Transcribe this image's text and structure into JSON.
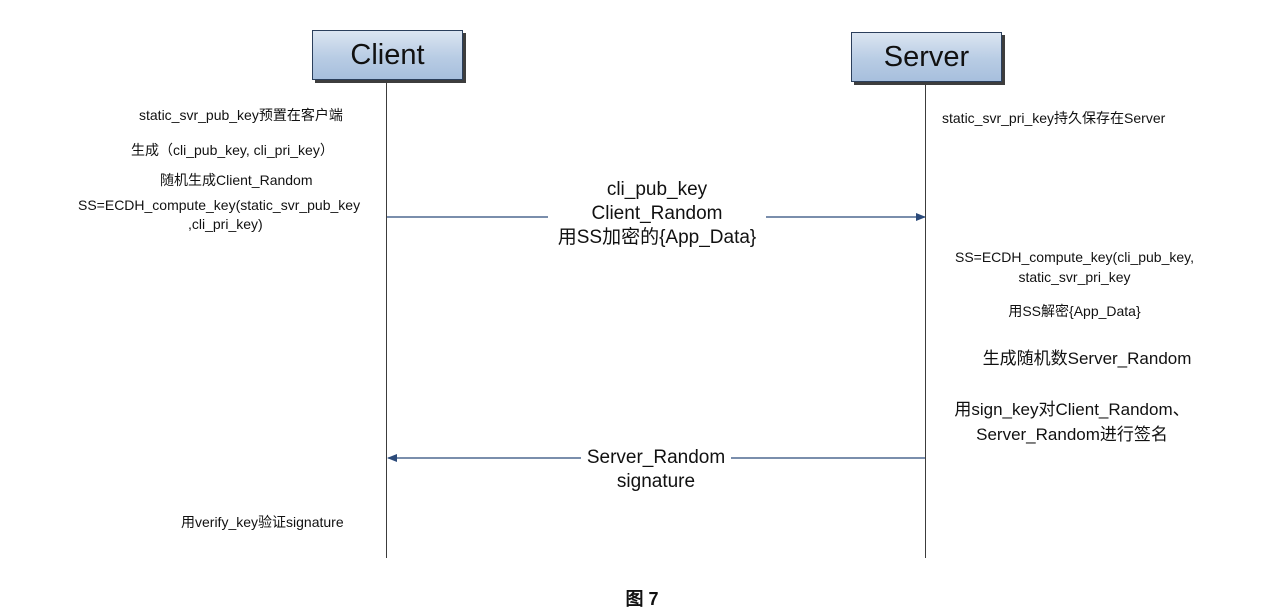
{
  "actors": {
    "client": "Client",
    "server": "Server"
  },
  "client_notes": {
    "preset_key": "static_svr_pub_key预置在客户端",
    "gen_keypair": "生成（cli_pub_key, cli_pri_key）",
    "gen_random": "随机生成Client_Random",
    "compute_ss_line1": "SS=ECDH_compute_key(static_svr_pub_key",
    "compute_ss_line2": ",cli_pri_key)",
    "verify": "用verify_key验证signature"
  },
  "server_notes": {
    "persist_key": "static_svr_pri_key持久保存在Server",
    "compute_ss_line1": "SS=ECDH_compute_key(cli_pub_key,",
    "compute_ss_line2": "static_svr_pri_key",
    "decrypt": "用SS解密{App_Data}",
    "gen_random": "生成随机数Server_Random",
    "sign_line1": "用sign_key对Client_Random、",
    "sign_line2": "Server_Random进行签名"
  },
  "messages": {
    "request": {
      "line1": "cli_pub_key",
      "line2": "Client_Random",
      "line3": "用SS加密的{App_Data}"
    },
    "response": {
      "line1": "Server_Random",
      "line2": "signature"
    }
  },
  "caption": "图 7"
}
